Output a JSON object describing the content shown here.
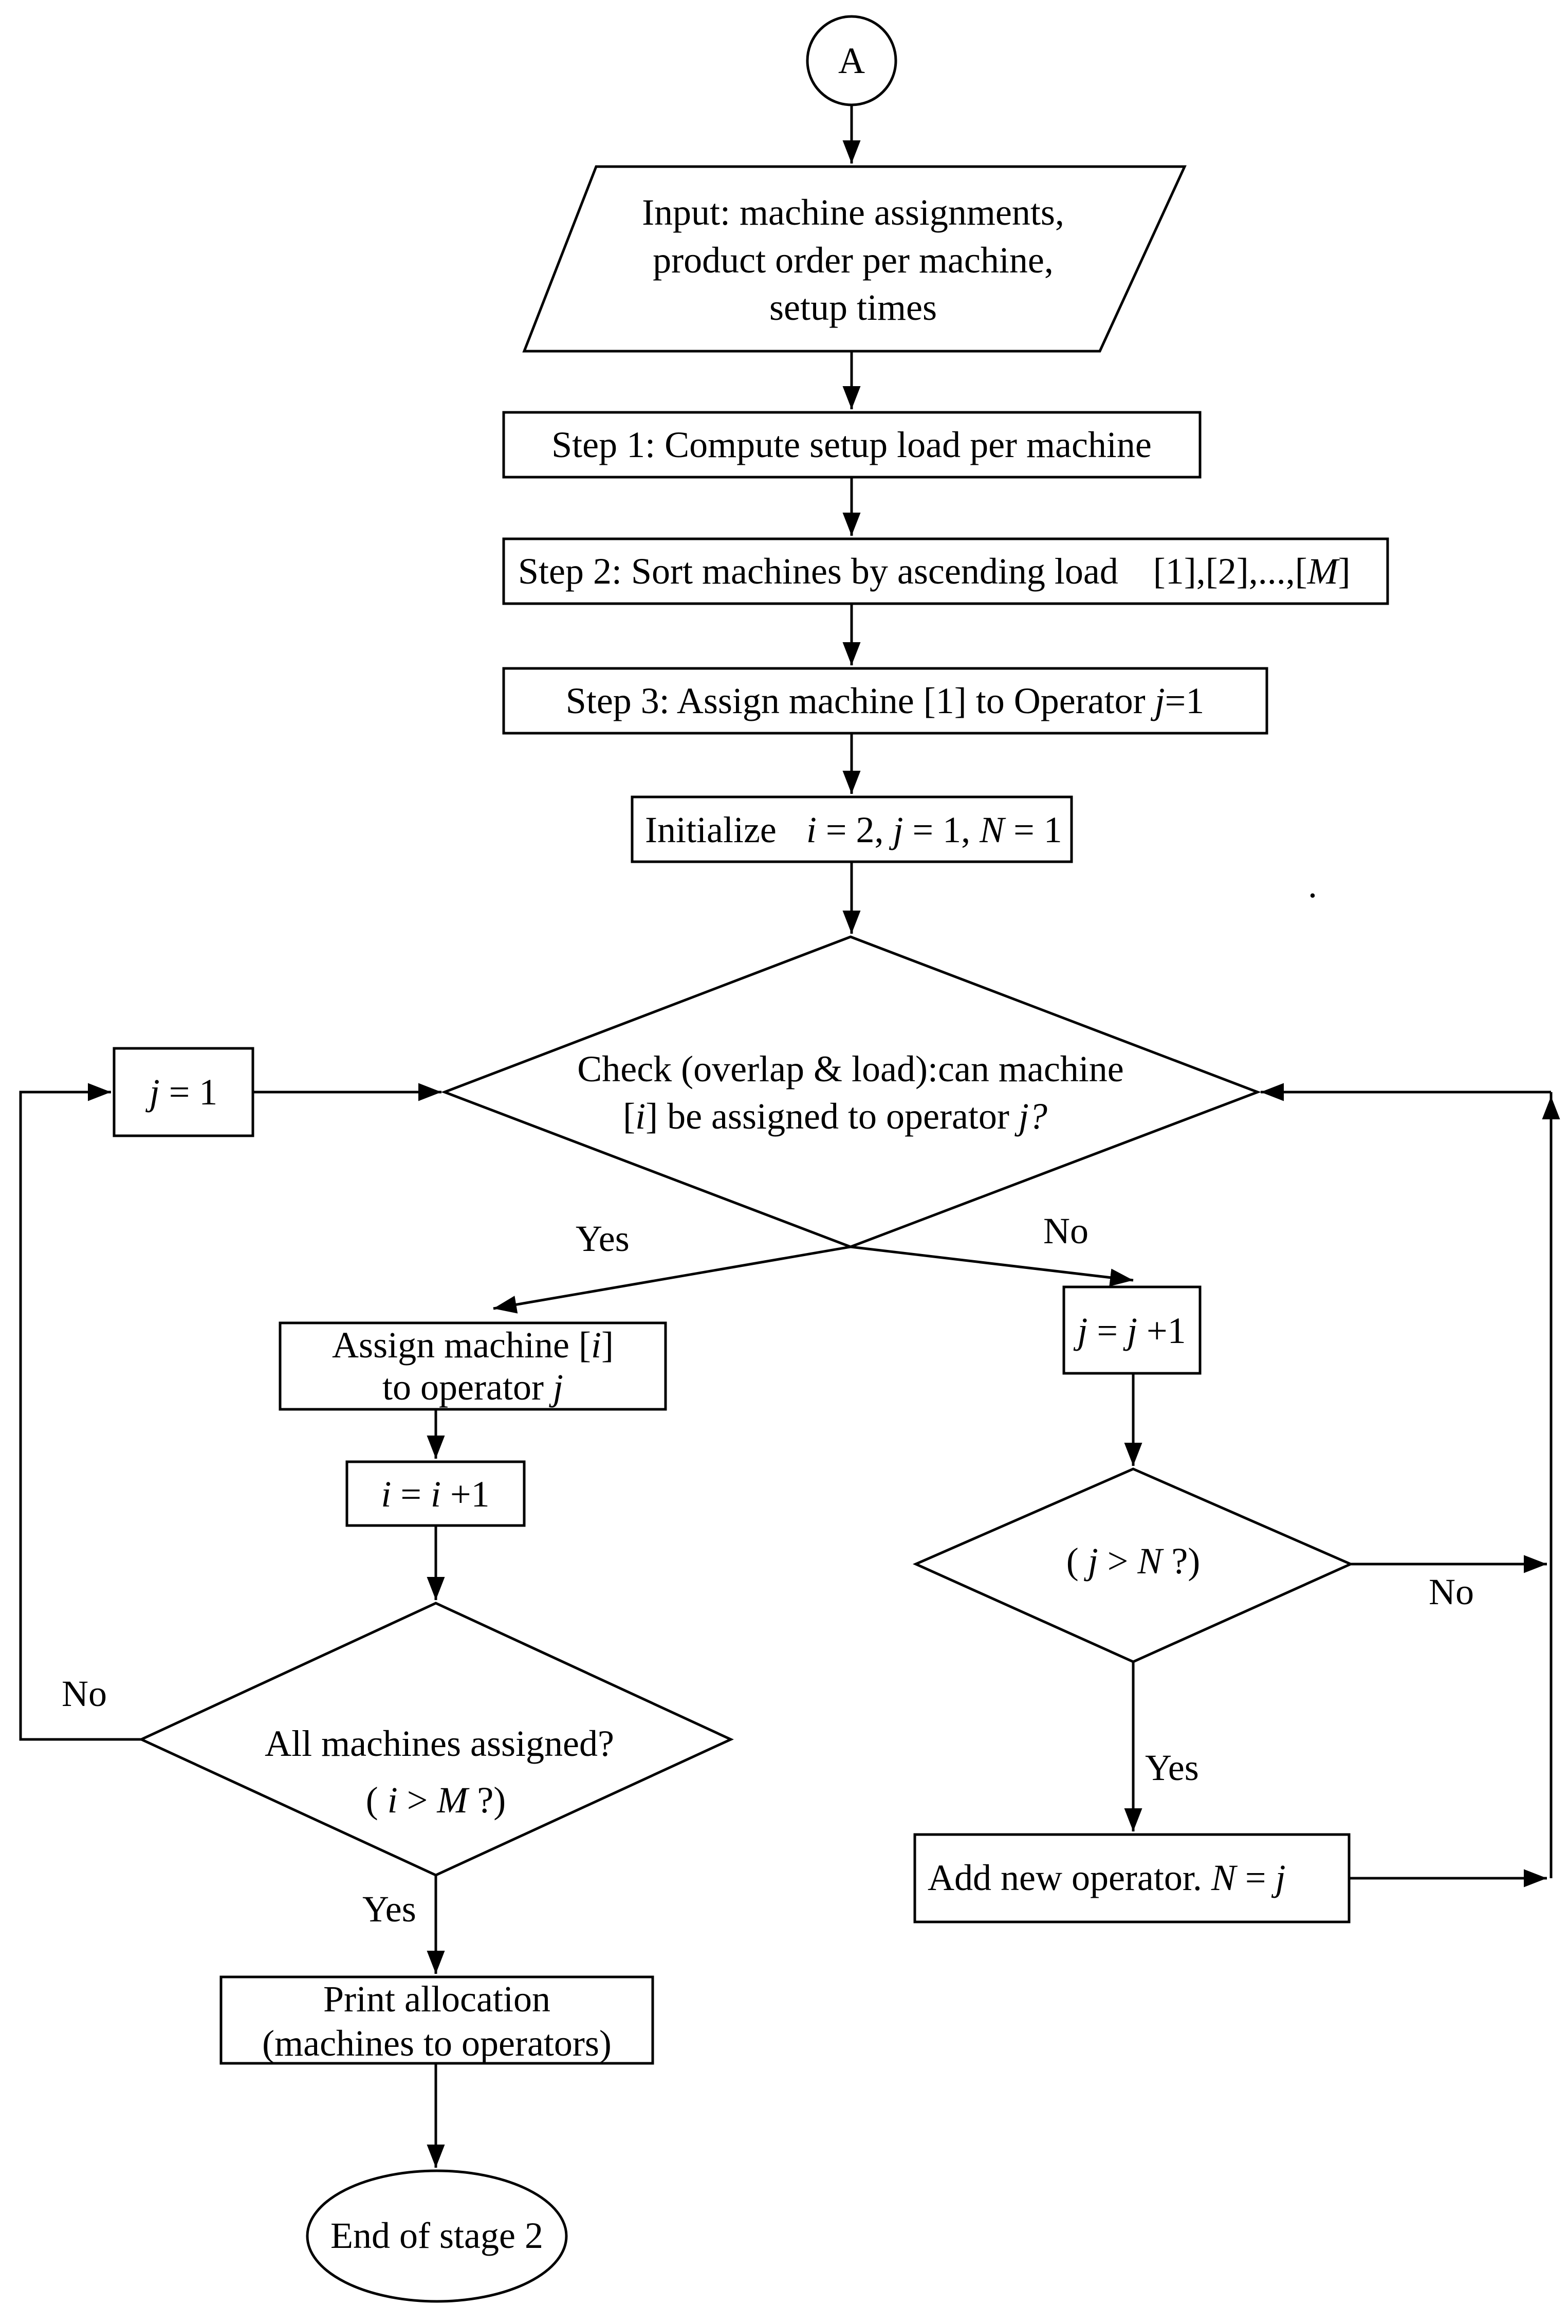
{
  "connector": {
    "label": "A"
  },
  "input": {
    "line1": "Input: machine assignments,",
    "line2": "product order per machine,",
    "line3": "setup times"
  },
  "step1": {
    "label": "Step 1: Compute setup load per machine"
  },
  "step2": {
    "label": "Step 2: Sort machines by ascending load",
    "order_prefix": "[1],[2],...,[",
    "order_M": "M",
    "order_suffix": "]"
  },
  "step3": {
    "prefix": "Step 3: Assign machine [1] to Operator ",
    "var": "j",
    "suffix": "=1"
  },
  "init": {
    "label": "Initialize",
    "i": "i",
    "i_val": " = 2, ",
    "j": "j",
    "j_val": " = 1, ",
    "N": "N",
    "N_val": " = 1"
  },
  "check": {
    "line1": "Check (overlap & load):can  machine",
    "line2_prefix": "[",
    "line2_i": "i",
    "line2_suffix": "]  be assigned to operator ",
    "line2_j": "j?"
  },
  "reset_j": {
    "var": "j",
    "rest": " = 1"
  },
  "assign": {
    "line1_prefix": "Assign machine [",
    "line1_i": "i",
    "line1_suffix": "]",
    "line2_prefix": "to  operator ",
    "line2_j": "j"
  },
  "incr_i": {
    "a": "i",
    "eq": " = ",
    "b": "i",
    "rest": " +1"
  },
  "incr_j": {
    "a": "j",
    "eq": " = ",
    "b": "j",
    "rest": " +1"
  },
  "check_j": {
    "open": "( ",
    "var": "j",
    "op": " > ",
    "N": "N",
    "q": " ?)"
  },
  "all_assigned": {
    "line1": "All machines assigned?",
    "open": "( ",
    "var": "i",
    "op": " > ",
    "M": "M",
    "q": " ?)"
  },
  "add_operator": {
    "prefix": "Add new operator. ",
    "N": "N",
    "eq": " = ",
    "j": "j"
  },
  "print": {
    "line1": "Print allocation",
    "line2": "(machines to operators)"
  },
  "end": {
    "label": "End of stage 2"
  },
  "labels": {
    "yes_check": "Yes",
    "no_check": "No",
    "no_all": "No",
    "yes_all": "Yes",
    "no_jN": "No",
    "yes_jN": "Yes",
    "dot": "."
  }
}
